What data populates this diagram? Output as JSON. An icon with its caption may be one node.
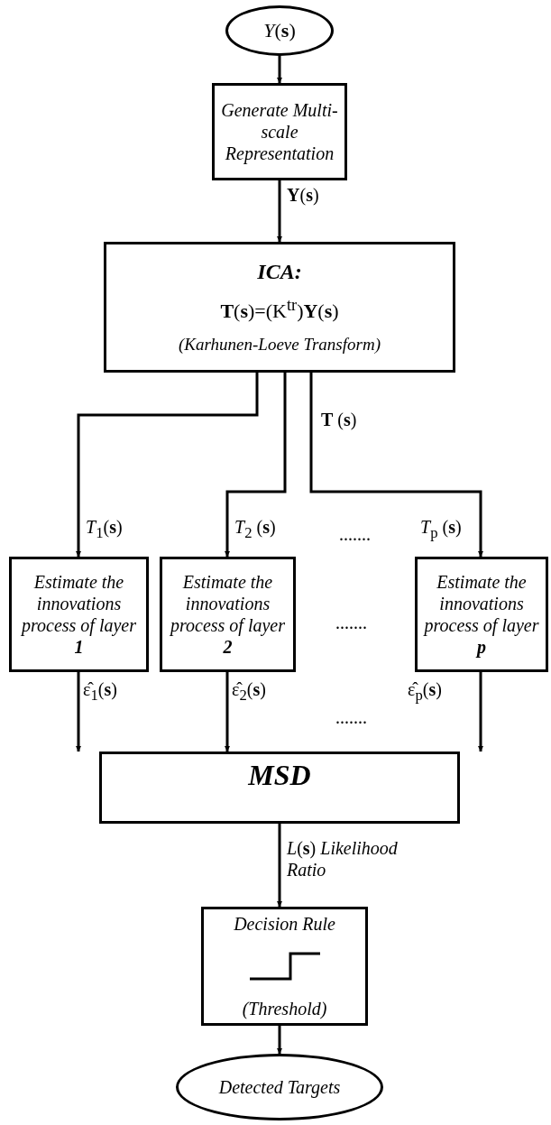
{
  "diagram": {
    "nodes": [
      {
        "text": [
          "*Y*(**s**)"
        ]
      },
      {
        "text": [
          "Generate Multi-scale Representation"
        ]
      },
      {
        "text": [
          "ICA:",
          "**T**(**s**)=(K$^{tr}$)**Y**(**s**)",
          "(Karhunen-Loeve Transform)"
        ]
      },
      {
        "text": [
          "Estimate the innovations process of layer **1**"
        ]
      },
      {
        "text": [
          "Estimate the innovations process of layer **2**"
        ]
      },
      {
        "text": [
          "Estimate the innovations process of layer **p**"
        ]
      },
      {
        "text": [
          "MSD"
        ]
      },
      {
        "text": [
          "Decision Rule",
          "(Threshold)"
        ]
      },
      {
        "text": [
          "Detected Targets"
        ]
      }
    ],
    "edges": [
      {
        "from": 0,
        "to": 1,
        "arrow": "to"
      },
      {
        "from": 1,
        "to": 2,
        "arrow": "to",
        "label": "**Y**(**s**)"
      },
      {
        "from": 2,
        "to": 3,
        "arrow": "to",
        "label": "*T*$_{1}$(**s**)"
      },
      {
        "from": 2,
        "to": 4,
        "arrow": "to",
        "label": "*T*$_{2}$ (**s**)"
      },
      {
        "from": 2,
        "to": 5,
        "arrow": "to",
        "label": "*T*$_{p}$ (**s**)"
      },
      {
        "from": 3,
        "to": 6,
        "arrow": "to",
        "label": "ε̂$_{1}$(**s**)"
      },
      {
        "from": 4,
        "to": 6,
        "arrow": "to",
        "label": "ε̂$_{2}$(**s**)"
      },
      {
        "from": 5,
        "to": 6,
        "arrow": "to",
        "label": "ε̂$_{p}$(**s**)"
      },
      {
        "from": 6,
        "to": 7,
        "arrow": "to",
        "label": "*L*(**s**) *Likelihood Ratio*"
      },
      {
        "from": 7,
        "to": 8,
        "arrow": "to"
      }
    ],
    "labels": [
      "**T** (**s**)",
      ".......",
      ".......",
      "......."
    ]
  }
}
